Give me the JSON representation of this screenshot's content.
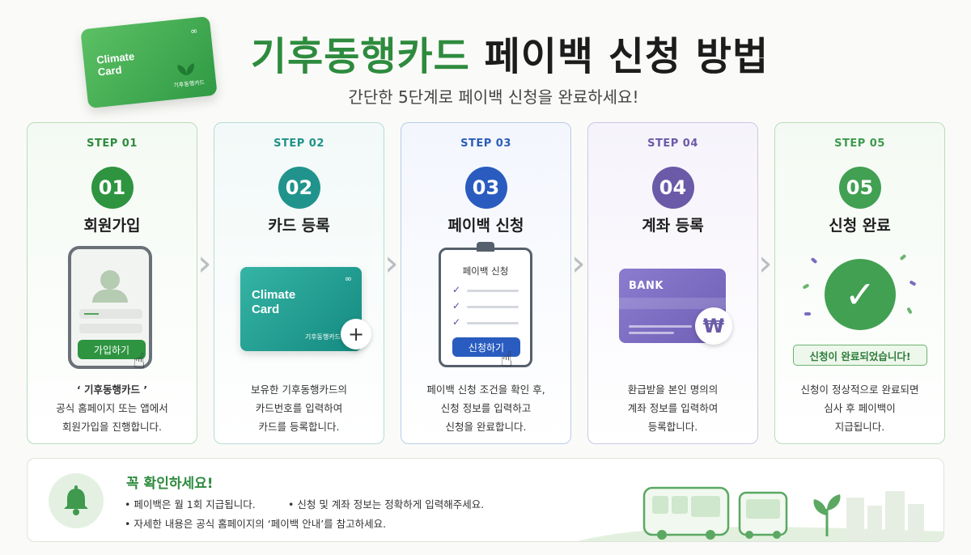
{
  "header": {
    "title_green": "기후동행카드",
    "title_dark": "페이백 신청 방법",
    "subtitle": "간단한 5단계로 페이백 신청을 완료하세요!",
    "card_text_1": "Climate",
    "card_text_2": "Card",
    "card_sub": "기후동행카드"
  },
  "steps": [
    {
      "label": "STEP 01",
      "num": "01",
      "title": "회원가입",
      "button": "가입하기",
      "desc": [
        "‘ 기후동행카드 ’",
        "공식 홈페이지 또는 앱에서",
        "회원가입을 진행합니다."
      ]
    },
    {
      "label": "STEP 02",
      "num": "02",
      "title": "카드 등록",
      "card_text_1": "Climate",
      "card_text_2": "Card",
      "card_sub": "기후동행카드",
      "desc": [
        "보유한 기후동행카드의",
        "카드번호를 입력하여",
        "카드를 등록합니다."
      ]
    },
    {
      "label": "STEP 03",
      "num": "03",
      "title": "페이백 신청",
      "form_title": "페이백 신청",
      "button": "신청하기",
      "desc": [
        "페이백 신청 조건을 확인 후,",
        "신청 정보를 입력하고",
        "신청을 완료합니다."
      ]
    },
    {
      "label": "STEP 04",
      "num": "04",
      "title": "계좌 등록",
      "bank_label": "BANK",
      "currency": "₩",
      "desc": [
        "환급받을 본인 명의의",
        "계좌 정보를 입력하여",
        "등록합니다."
      ]
    },
    {
      "label": "STEP 05",
      "num": "05",
      "title": "신청 완료",
      "badge": "신청이 완료되었습니다!",
      "desc": [
        "신청이 정상적으로 완료되면",
        "심사 후 페이백이",
        "지급됩니다."
      ]
    }
  ],
  "notice": {
    "title": "꼭 확인하세요!",
    "items": [
      "• 페이백은 월 1회 지급됩니다.",
      "• 신청 및 계좌 정보는 정확하게 입력해주세요.",
      "• 자세한 내용은 공식 홈페이지의 ‘페이백 안내’를 참고하세요."
    ]
  },
  "icons": {
    "hero": "climate-card-icon",
    "phone": "phone-icon",
    "card": "card-icon",
    "clipboard": "clipboard-icon",
    "bank": "bank-card-icon",
    "check": "check-icon",
    "bell": "bell-icon",
    "bus": "bus-icon",
    "chevron": "chevron-right-icon"
  },
  "colors": {
    "brand_green": "#2e8b3e",
    "teal": "#20948c",
    "blue": "#2a5cc0",
    "purple": "#6a5aa8",
    "light_green": "#41a052"
  }
}
